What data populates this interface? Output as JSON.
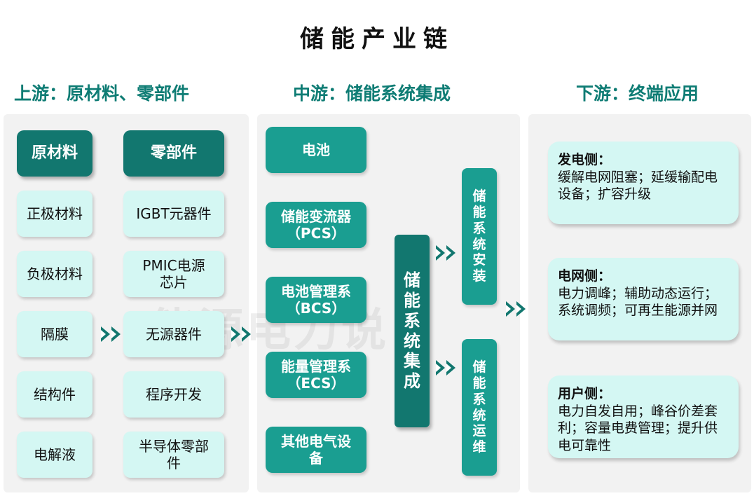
{
  "title": "储能产业链",
  "upstream": {
    "heading": "上游：原材料、零部件",
    "materials_header": "原材料",
    "parts_header": "零部件",
    "materials": [
      "正极材料",
      "负极材料",
      "隔膜",
      "结构件",
      "电解液"
    ],
    "parts": [
      "IGBT元器件",
      "PMIC电源芯片",
      "无源器件",
      "程序开发",
      "半导体零部件"
    ]
  },
  "midstream": {
    "heading": "中游：储能系统集成",
    "components": [
      {
        "line1": "电池",
        "line2": ""
      },
      {
        "line1": "储能变流器",
        "line2": "（PCS）"
      },
      {
        "line1": "电池管理系",
        "line2": "（BCS）"
      },
      {
        "line1": "能量管理系",
        "line2": "（ECS）"
      },
      {
        "line1": "其他电气设",
        "line2": "备"
      }
    ],
    "integration": "储能系统集成",
    "install": "储能系统安装",
    "maintain": "储能系统运维"
  },
  "downstream": {
    "heading": "下游：终端应用",
    "apps": [
      {
        "title": "发电侧：",
        "text": "缓解电网阻塞；延缓输配电设备；扩容升级"
      },
      {
        "title": "电网侧：",
        "text": "电力调峰；辅助动态运行；系统调频；可再生能源并网"
      },
      {
        "title": "用户侧：",
        "text": "电力自发自用；峰谷价差套利；容量电费管理；提升供电可靠性"
      }
    ]
  },
  "watermark": "能源电力说",
  "colors": {
    "dark_teal": "#12776f",
    "light_teal": "#d4f7f3",
    "heading": "#0e7c74",
    "panel": "#f2f2f2"
  }
}
